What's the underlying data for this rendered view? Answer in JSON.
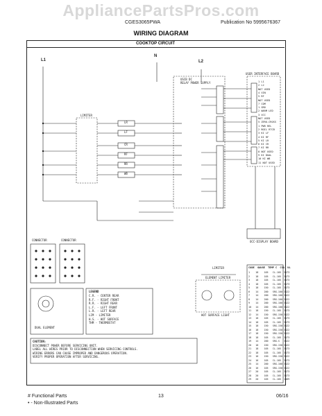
{
  "watermark": "AppliancePartsPros.com",
  "header": {
    "model": "CGES3065PWA",
    "publication": "Publication No  5995676367"
  },
  "title": "WIRING DIAGRAM",
  "diagram": {
    "circuit_title": "COOKTOP CIRCUIT",
    "line1": "L1",
    "line2": "L2",
    "neutral": "N",
    "relay_box": "USCB DC\nRELAY POWER SUPPLY",
    "ui_board": "USER INTERFACE BOARD",
    "display_board": "OCC-DISPLAY BOARD",
    "limiter": "LIMITER",
    "limiter2": "LIMITER",
    "connector_left": "CONNECTOR",
    "connector_right": "CONNECTOR",
    "legend_title": "LEGEND",
    "legend_lines": "C.R. - CENTER REAR\nR.F. - RIGHT FRONT\nR.R. - RIGHT REAR\nL.F. - LEFT FRONT\nL.R. - LEFT REAR\nLIM - LIMITER\nH.S. - HOT SURFACE\nTHM - THERMOSTAT",
    "dual_element": "DUAL ELEMENT",
    "caution_title": "CAUTION:",
    "caution_text": "DISCONNECT POWER BEFORE SERVICING UNIT.\nLABEL ALL WIRES PRIOR TO DISCONNECTION WHEN SERVICING CONTROLS.\nWIRING ERRORS CAN CAUSE IMPROPER AND DANGEROUS OPERATION.\nVERIFY PROPER OPERATION AFTER SERVICING.",
    "hot_surface": "HOT SURFACE LIGHT",
    "element_limiter": "ELEMENT LIMITER",
    "table_header": "CODE  GAUGE  TEMP C  CSA  UL",
    "table_rows": [
      "1    18    105   CL-105  3173",
      "2    18    105   CL-105  3173",
      "3    18    105   CL-105  3173",
      "4    18    105   CL-105  3173",
      "5    18    150   CL-105  3173",
      "6    14    200   SRG-100 3122",
      "7    14    200   SRG-100 3122",
      "8    14    200   SRG-100 3122",
      "9    14    200   SRG-100 3122",
      "10   14    200   SRG-100 3122",
      "11   18    150   CL-105  3173",
      "12   14    150   SRG-150 3122",
      "13   18    105   CL-105  3173",
      "14   18    105   CL-105  3173",
      "15   18    150   SRG-150 3122",
      "16   18    150   SRG-150 3122",
      "17   18    150   SRG-150 3122",
      "18   18    105   CL-105  3173",
      "19   14    200   SRG-S   3122",
      "20   18    150   SRG-150 3122",
      "21   18    105   CL-105  3173",
      "22   18    105   CL-105  3173",
      "23   16    150   SRG-150 3122",
      "24   16    105   CL-105  3173",
      "25   14    200   SRG-100 3122",
      "26   16    105   SRG-150 3122",
      "27   20    105   CL-105  3173",
      "28   20    105   CL-105  3173",
      "29   20    105   CL-105  1569"
    ],
    "ui_pins": [
      "1 L1",
      "2 L2",
      "NOT USED",
      "4 VIN",
      "5 RF",
      "NOT USED",
      "7 COM",
      "1 GRD",
      "2 WARM LED",
      "3 VCC",
      "NOT USED",
      "5 ZERO-CROSS",
      "1 PWR REL",
      "2 BOIL RTCB",
      "3 KI LF",
      "4 KI RF",
      "5 KI LR",
      "6 KI CR",
      "7 KI RR",
      "8 NOT USED",
      "9 KI DUAL",
      "10 KI WB",
      "11 NOT USED"
    ],
    "burners": [
      "LR",
      "LF",
      "CR",
      "RF",
      "RR",
      "WB"
    ]
  },
  "footer": {
    "left_line1": "# Functional Parts",
    "left_line2": "• - Non-Illustrated Parts",
    "page": "13",
    "date": "06/16"
  }
}
